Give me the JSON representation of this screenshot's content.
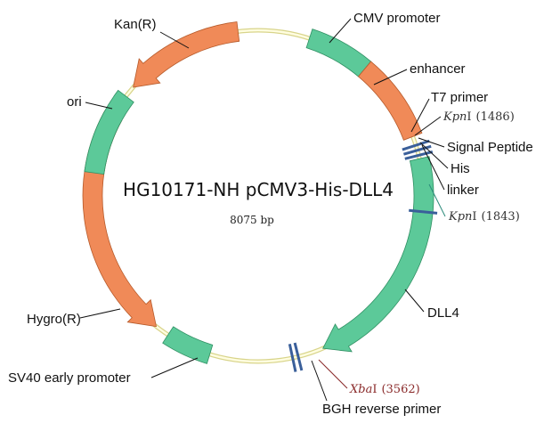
{
  "plasmid": {
    "name": "HG10171-NH pCMV3-His-DLL4",
    "size_label": "8075 bp"
  },
  "colors": {
    "backbone_fill": "#fffde0",
    "backbone_stroke": "#d8d48a",
    "green_feature": "#5cc999",
    "green_stroke": "#2f8f62",
    "orange_feature": "#f08a58",
    "orange_stroke": "#b65a2a",
    "site_mark": "#3a5f9a",
    "kpn_label": "#333333",
    "xba_label": "#8a2a2a",
    "leader_line": "#111111",
    "kpn2_leader": "#2a8a7a",
    "xba_leader": "#8a2a2a"
  },
  "features": [
    {
      "name": "CMV promoter",
      "color": "green",
      "arrow": false
    },
    {
      "name": "enhancer",
      "color": "orange",
      "arrow": false
    },
    {
      "name": "T7 primer",
      "color": "",
      "arrow": false
    },
    {
      "name": "Signal Peptide",
      "color": "",
      "arrow": false
    },
    {
      "name": "His",
      "color": "",
      "arrow": false
    },
    {
      "name": "linker",
      "color": "",
      "arrow": false
    },
    {
      "name": "DLL4",
      "color": "green",
      "arrow": true
    },
    {
      "name": "BGH reverse primer",
      "color": "",
      "arrow": false
    },
    {
      "name": "SV40 early promoter",
      "color": "green",
      "arrow": false
    },
    {
      "name": "Hygro(R)",
      "color": "orange",
      "arrow": true
    },
    {
      "name": "ori",
      "color": "green",
      "arrow": false
    },
    {
      "name": "Kan(R)",
      "color": "orange",
      "arrow": true
    }
  ],
  "sites": [
    {
      "enzyme": "Kpn",
      "suffix": "I",
      "position": "(1486)"
    },
    {
      "enzyme": "Kpn",
      "suffix": "I",
      "position": "(1843)"
    },
    {
      "enzyme": "Xba",
      "suffix": "I",
      "position": "(3562)"
    }
  ]
}
